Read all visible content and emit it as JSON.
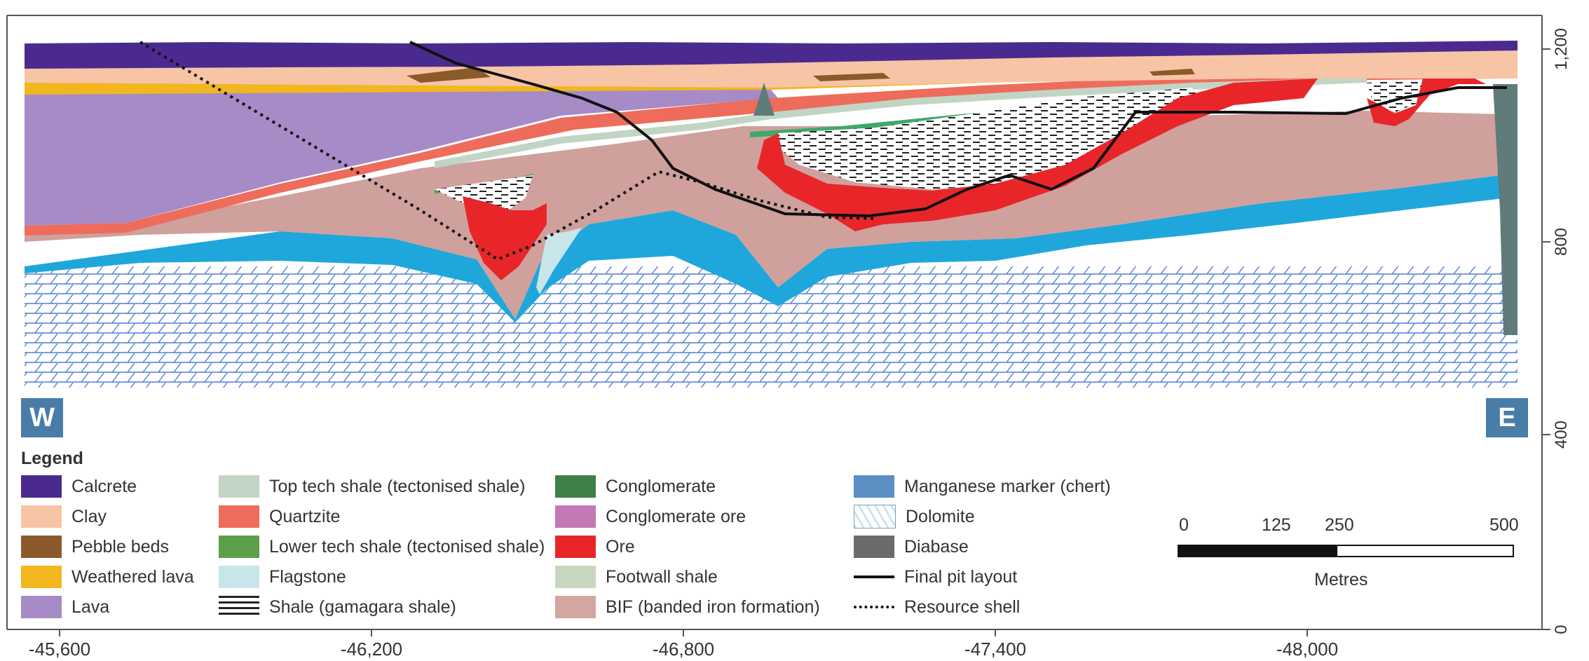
{
  "y_axis": {
    "ticks": [
      "1,200",
      "800",
      "400",
      "0"
    ]
  },
  "x_axis": {
    "ticks": [
      "-45,600",
      "-46,200",
      "-46,800",
      "-47,400",
      "-48,000"
    ]
  },
  "compass": {
    "west": "W",
    "east": "E"
  },
  "legend": {
    "title": "Legend",
    "col1": [
      {
        "label": "Calcrete",
        "color": "#4b2a8f"
      },
      {
        "label": "Clay",
        "color": "#f7c4a5"
      },
      {
        "label": "Pebble beds",
        "color": "#8b5a2b"
      },
      {
        "label": "Weathered lava",
        "color": "#f2b61f"
      },
      {
        "label": "Lava",
        "color": "#a78bc6"
      }
    ],
    "col2": [
      {
        "label": "Top tech shale (tectonised shale)",
        "color": "#c2d5c5"
      },
      {
        "label": "Quartzite",
        "color": "#ee6c5b"
      },
      {
        "label": "Lower tech shale (tectonised shale)",
        "color": "#5c9e4a"
      },
      {
        "label": "Flagstone",
        "color": "#c8e6ea"
      },
      {
        "label": "Shale (gamagara shale)",
        "color": "pattern-shale"
      }
    ],
    "col3": [
      {
        "label": "Conglomerate",
        "color": "#3f7f4a"
      },
      {
        "label": "Conglomerate ore",
        "color": "#c478b6"
      },
      {
        "label": "Ore",
        "color": "#e8262a"
      },
      {
        "label": "Footwall shale",
        "color": "#c8d6c0"
      },
      {
        "label": "BIF (banded iron formation)",
        "color": "#d4a6a2"
      }
    ],
    "col4": [
      {
        "label": "Manganese marker (chert)",
        "color": "#5b8fc4"
      },
      {
        "label": "Dolomite",
        "color": "pattern-dolomite"
      },
      {
        "label": "Diabase",
        "color": "#6b6b6b"
      },
      {
        "label": "Final pit layout",
        "color": "line-solid"
      },
      {
        "label": "Resource shell",
        "color": "line-dotted"
      }
    ]
  },
  "scale_bar": {
    "ticks": [
      "0",
      "125",
      "250",
      "500"
    ],
    "unit": "Metres"
  }
}
